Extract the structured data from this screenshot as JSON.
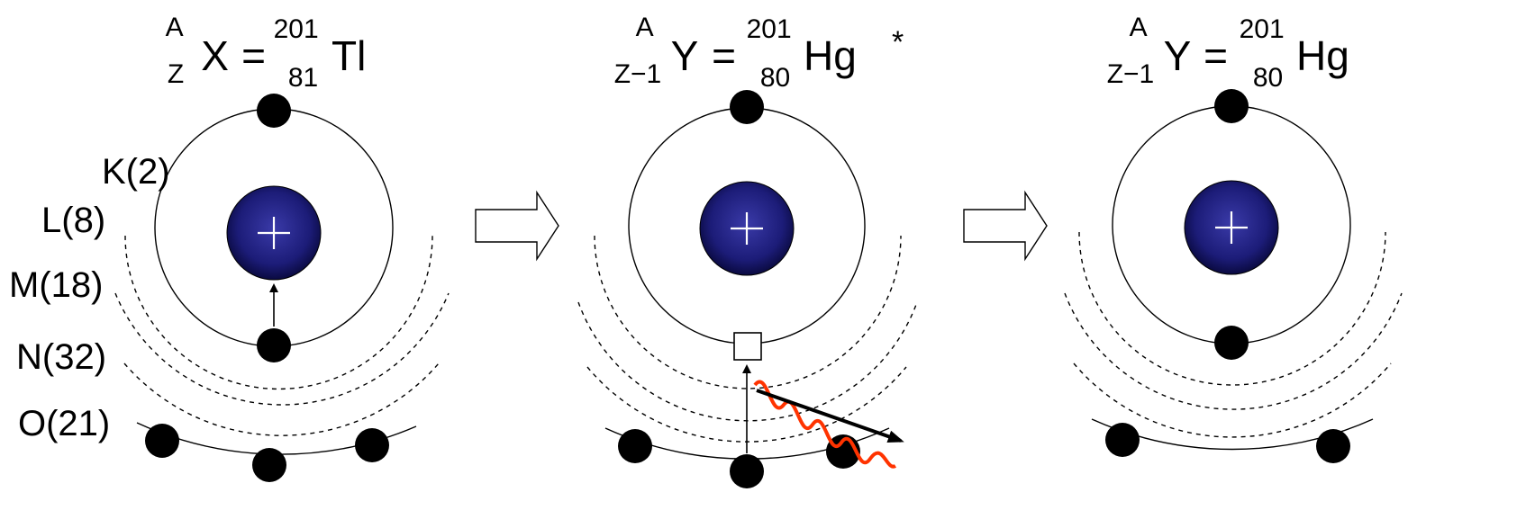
{
  "panels": [
    {
      "title": {
        "pre_sup": "A",
        "pre_sub": "Z",
        "symbol": "X",
        "eq": "=",
        "iso_sup": "201",
        "iso_sub": "81",
        "element": "Tl",
        "star": ""
      }
    },
    {
      "title": {
        "pre_sup": "A",
        "pre_sub": "Z−1",
        "symbol": "Y",
        "eq": "=",
        "iso_sup": "201",
        "iso_sub": "80",
        "element": "Hg",
        "star": "*"
      }
    },
    {
      "title": {
        "pre_sup": "A",
        "pre_sub": "Z−1",
        "symbol": "Y",
        "eq": "=",
        "iso_sup": "201",
        "iso_sub": "80",
        "element": "Hg",
        "star": ""
      }
    }
  ],
  "shell_labels": [
    "K(2)",
    "L(8)",
    "M(18)",
    "N(32)",
    "O(21)"
  ],
  "nucleus_symbol": "+",
  "colors": {
    "nucleus_center": "#3a3aa8",
    "nucleus_edge": "#0a0a40",
    "photon": "#ff3300",
    "electron": "#000000"
  }
}
